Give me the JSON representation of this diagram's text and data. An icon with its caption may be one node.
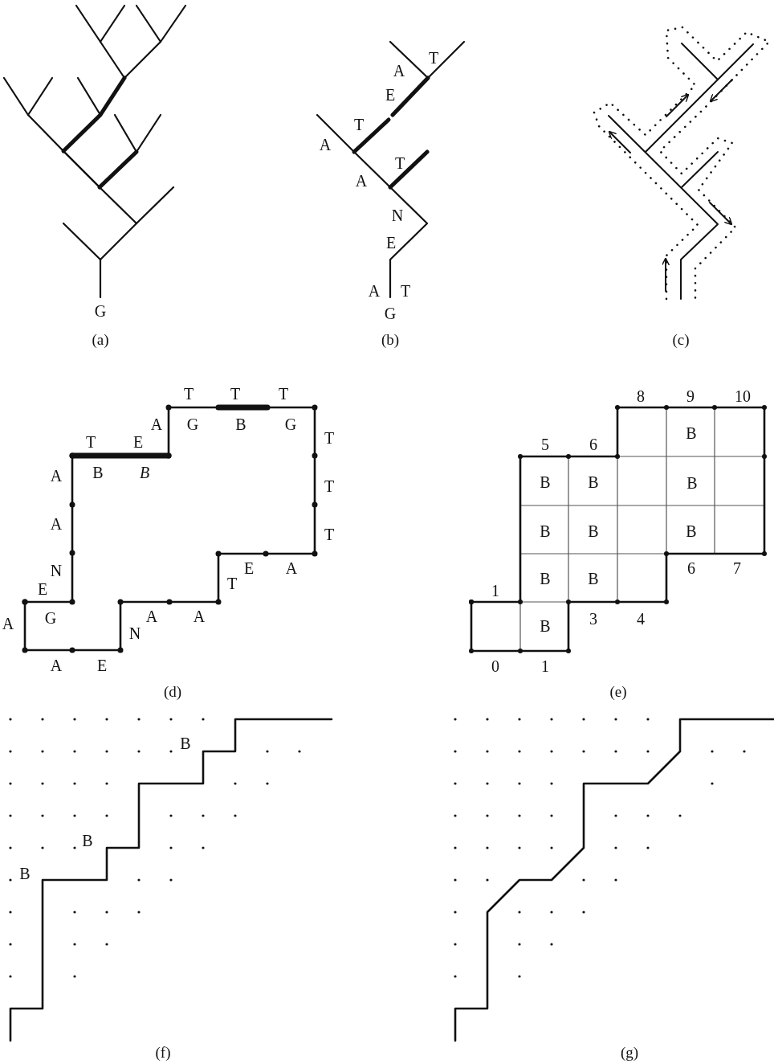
{
  "diagram": {
    "labels": [
      "G",
      "(a)",
      "T",
      "A",
      "E",
      "T",
      "A",
      "T",
      "A",
      "N",
      "E",
      "A",
      "T",
      "G",
      "(b)",
      "(c)",
      "T",
      "T",
      "T",
      "A",
      "G",
      "B",
      "G",
      "T",
      "E",
      "T",
      "A",
      "B",
      "B",
      "T",
      "A",
      "T",
      "N",
      "E",
      "A",
      "E",
      "T",
      "A",
      "G",
      "A",
      "A",
      "N",
      "A",
      "E",
      "(d)",
      "8",
      "9",
      "10",
      "B",
      "5",
      "6",
      "B",
      "B",
      "B",
      "B",
      "B",
      "B",
      "6",
      "7",
      "B",
      "B",
      "1",
      "3",
      "4",
      "B",
      "0",
      "1",
      "(e)",
      "B",
      "B",
      "B",
      "(f)",
      "(g)"
    ]
  }
}
